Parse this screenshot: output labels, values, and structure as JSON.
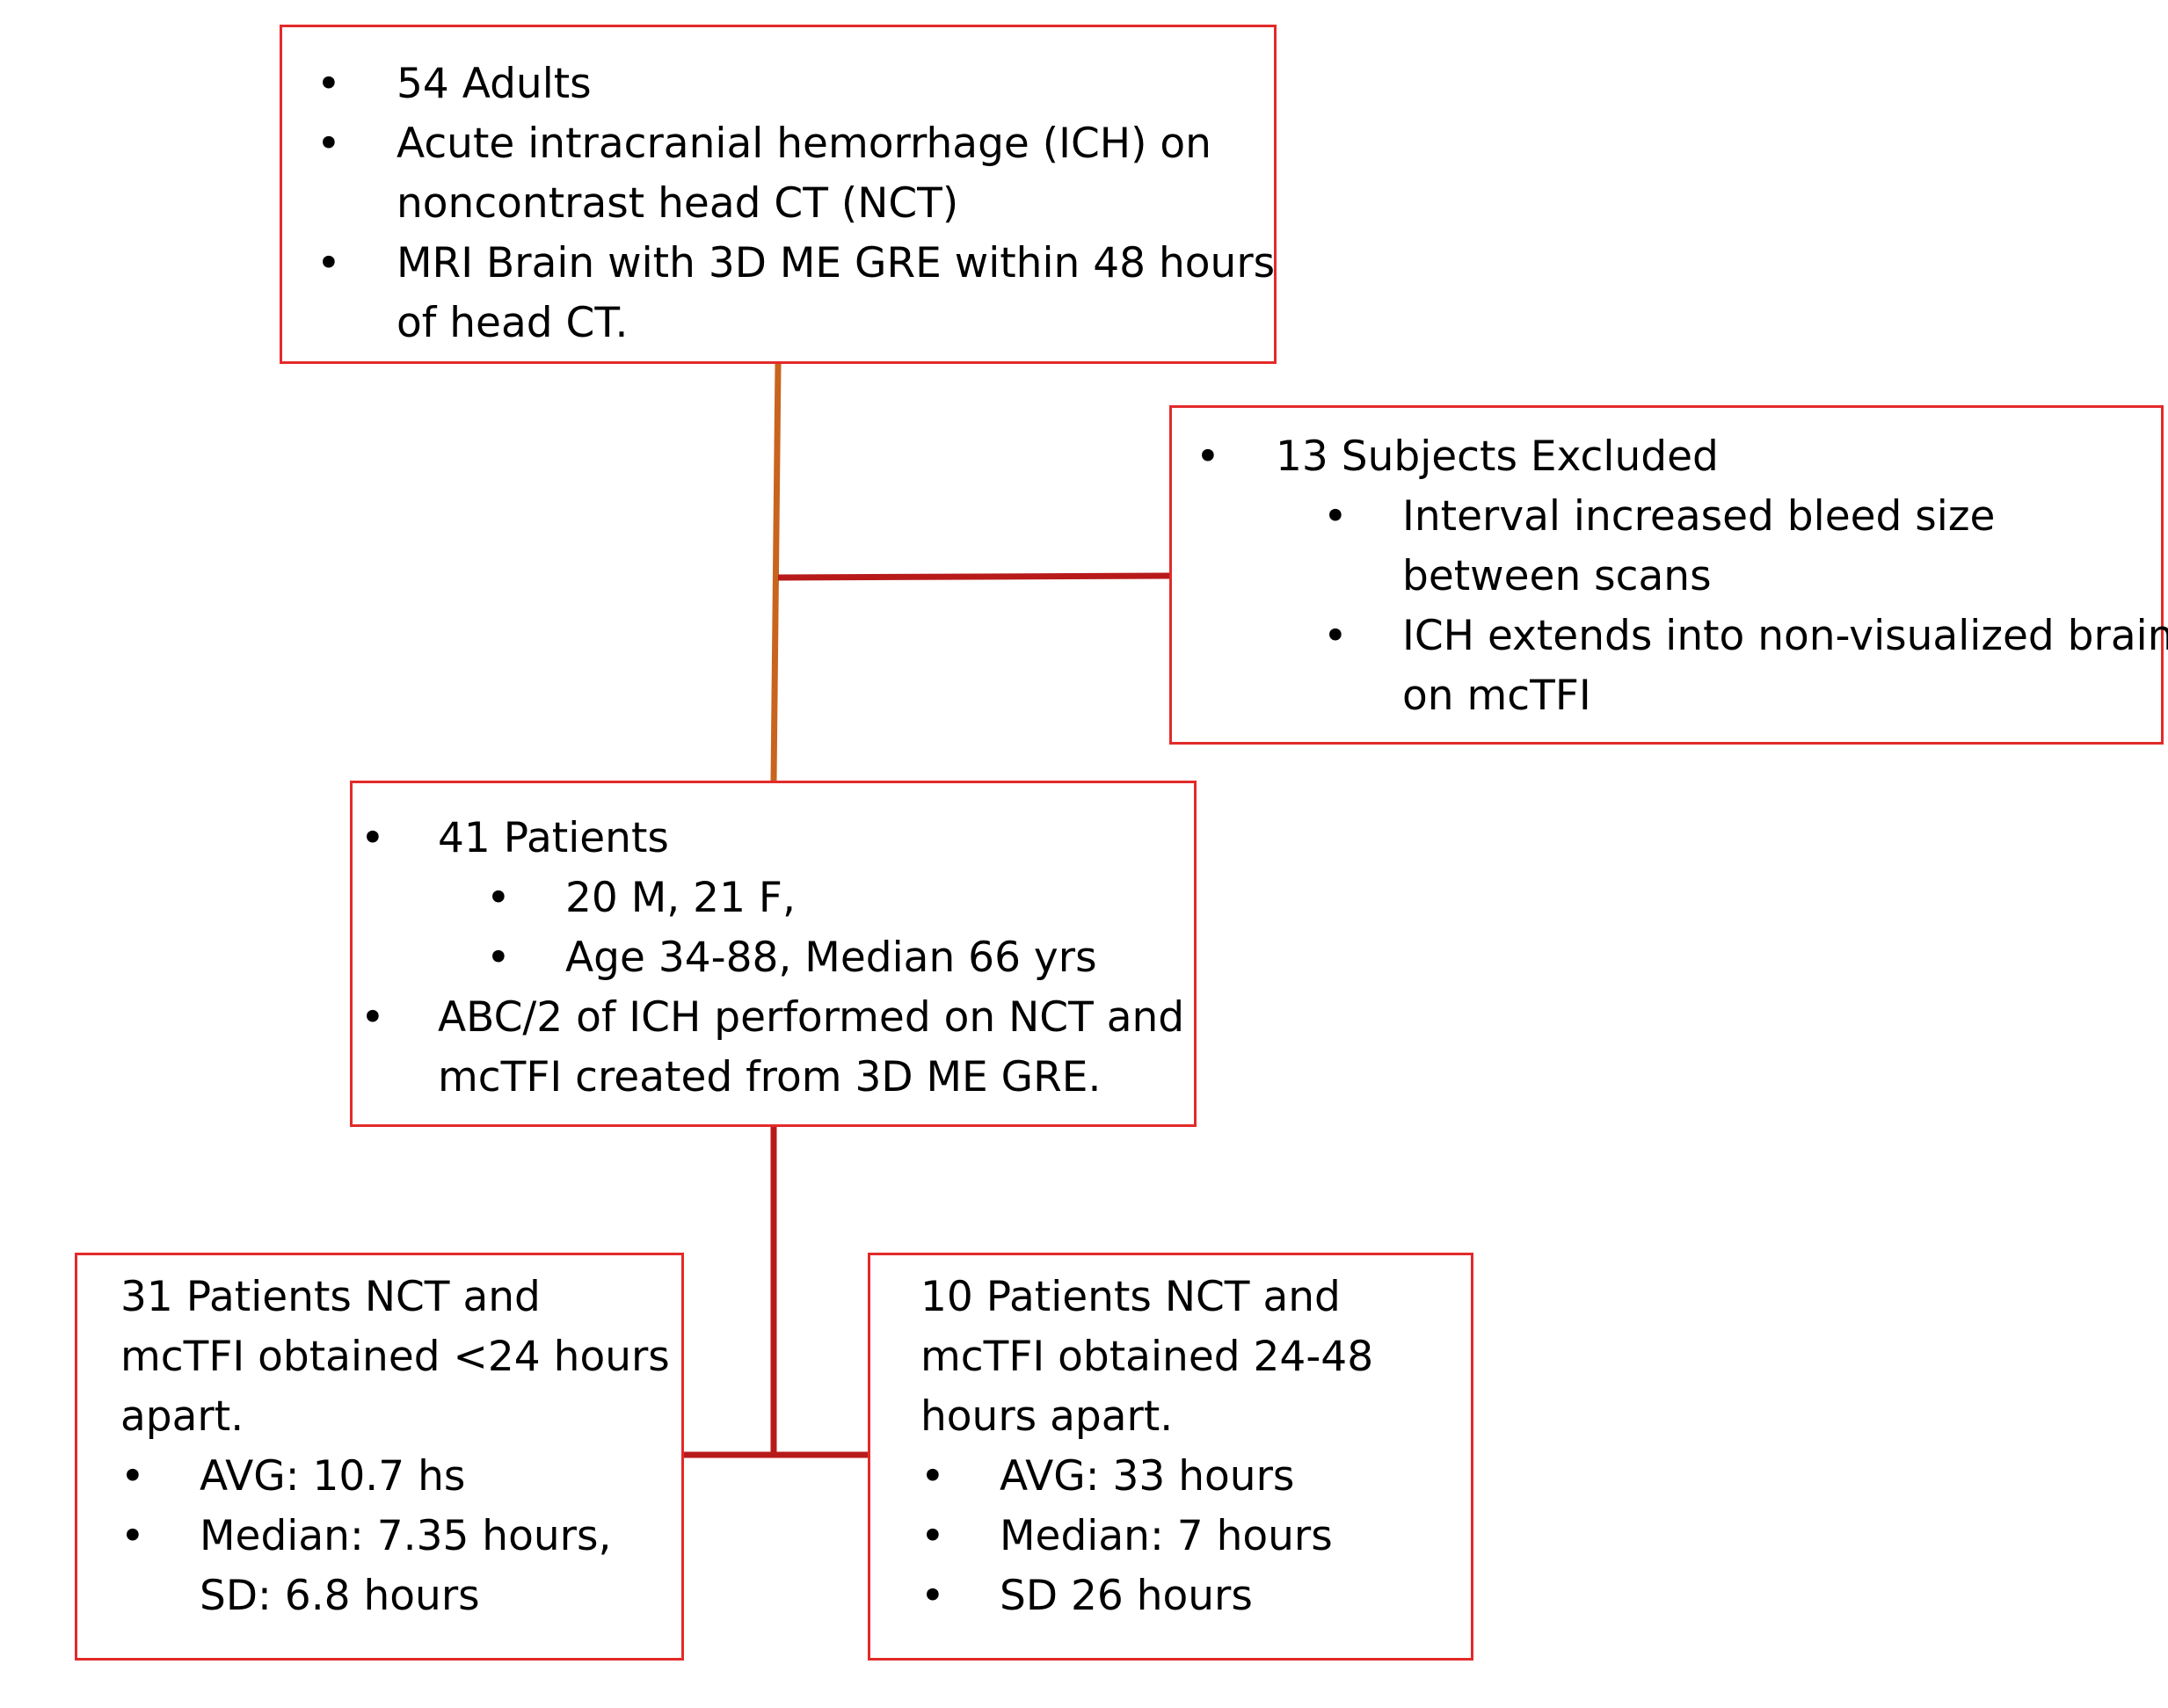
{
  "colors": {
    "box_border": "#e32a2a",
    "line_orange": "#c8641e",
    "line_red": "#b81a1a"
  },
  "bullet": "•",
  "box_top": {
    "item1": "54 Adults",
    "item2_l1": "Acute intracranial hemorrhage (ICH) on",
    "item2_l2": "noncontrast head CT (NCT)",
    "item3_l1": "MRI Brain with 3D ME GRE within 48 hours",
    "item3_l2": "of head CT."
  },
  "box_excluded": {
    "item1": "13 Subjects Excluded",
    "sub1_l1": "Interval increased bleed size",
    "sub1_l2": "between scans",
    "sub2_l1": "ICH extends into non-visualized brain",
    "sub2_l2": "on mcTFI"
  },
  "box_middle": {
    "item1": "41 Patients",
    "sub1": "20 M, 21 F,",
    "sub2": "Age 34-88, Median 66 yrs",
    "item2_l1": "ABC/2 of ICH performed on NCT and",
    "item2_l2": "mcTFI created from 3D ME GRE."
  },
  "box_left": {
    "l1": "31 Patients NCT and",
    "l2": "mcTFI obtained <24 hours",
    "l3": "apart.",
    "item1": "AVG: 10.7 hs",
    "item2_l1": "Median: 7.35 hours,",
    "item2_l2": "SD: 6.8 hours"
  },
  "box_right": {
    "l1": "10 Patients NCT and",
    "l2": "mcTFI obtained 24-48",
    "l3": "hours apart.",
    "item1": "AVG: 33 hours",
    "item2": "Median: 7 hours",
    "item3": "SD 26 hours"
  }
}
